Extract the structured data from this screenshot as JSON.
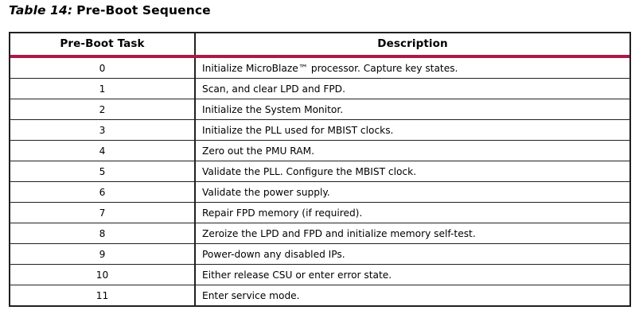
{
  "caption": {
    "label": "Table 14:",
    "title": "Pre-Boot Sequence"
  },
  "colors": {
    "accent_rule": "#ae1846",
    "border": "#231f20",
    "text": "#000000",
    "background": "#ffffff"
  },
  "table": {
    "headers": {
      "task": "Pre-Boot Task",
      "description": "Description"
    },
    "rows": [
      {
        "task": "0",
        "description": "Initialize MicroBlaze™ processor. Capture key states."
      },
      {
        "task": "1",
        "description": "Scan, and clear LPD and FPD."
      },
      {
        "task": "2",
        "description": "Initialize the System Monitor."
      },
      {
        "task": "3",
        "description": "Initialize the PLL used for MBIST clocks."
      },
      {
        "task": "4",
        "description": "Zero out the PMU RAM."
      },
      {
        "task": "5",
        "description": "Validate the PLL. Configure the MBIST clock."
      },
      {
        "task": "6",
        "description": "Validate the power supply."
      },
      {
        "task": "7",
        "description": "Repair FPD memory (if required)."
      },
      {
        "task": "8",
        "description": "Zeroize the LPD and FPD and initialize memory self-test."
      },
      {
        "task": "9",
        "description": "Power-down any disabled IPs."
      },
      {
        "task": "10",
        "description": "Either release CSU or enter error state."
      },
      {
        "task": "11",
        "description": "Enter service mode."
      }
    ]
  }
}
